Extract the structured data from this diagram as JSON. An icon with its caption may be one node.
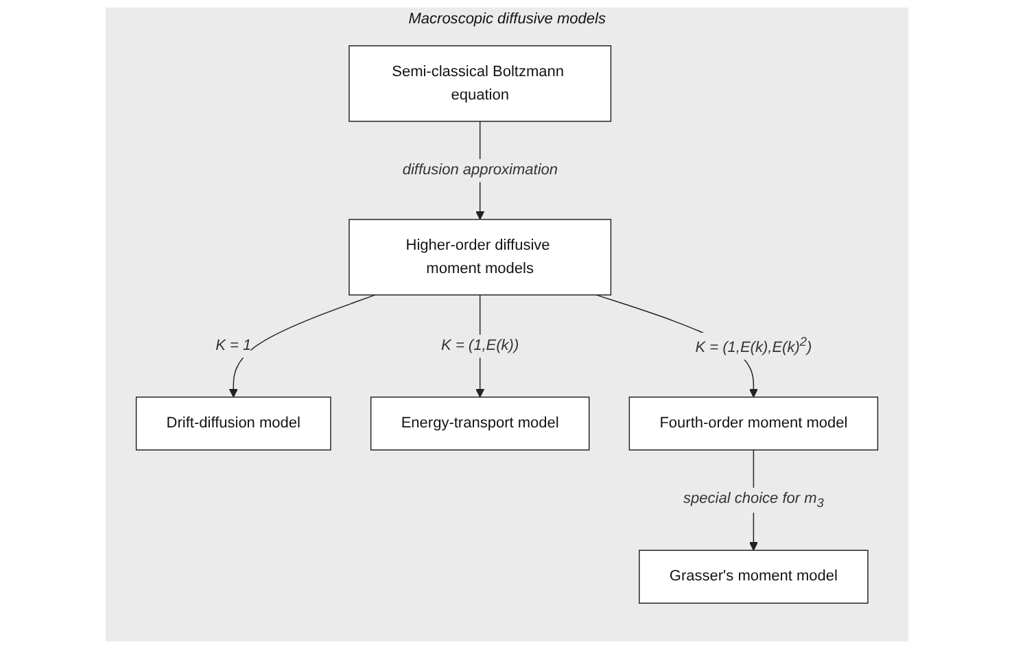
{
  "diagram": {
    "nodes": [
      {
        "text": [
          "Macroscopic diffusive models"
        ]
      },
      {
        "text": [
          "Semi-classical Boltzmann equation"
        ],
        "in": 0
      },
      {
        "text": [
          "Higher-order diffusive moment models"
        ],
        "in": 0
      },
      {
        "text": [
          "Drift-diffusion model"
        ],
        "in": 0
      },
      {
        "text": [
          "Energy-transport model"
        ],
        "in": 0
      },
      {
        "text": [
          "Fourth-order moment model"
        ],
        "in": 0
      },
      {
        "text": [
          "Grasser's moment model"
        ],
        "in": 0
      }
    ],
    "edges": [
      {
        "from": 1,
        "to": 2,
        "arrow": "to",
        "label": "diffusion approximation"
      },
      {
        "from": 2,
        "to": 3,
        "arrow": "to",
        "label": "K = 1"
      },
      {
        "from": 2,
        "to": 4,
        "arrow": "to",
        "label": "K = (1,E(k))"
      },
      {
        "from": 2,
        "to": 5,
        "arrow": "to",
        "label": "K = (1,E(k),E(k)$^{2}$)"
      },
      {
        "from": 5,
        "to": 6,
        "arrow": "to",
        "label": "special choice for m$_{3}$"
      }
    ]
  }
}
